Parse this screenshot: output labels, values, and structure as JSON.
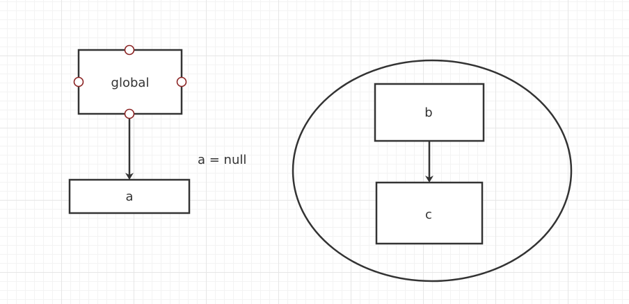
{
  "colors": {
    "stroke": "#333333",
    "handle_stroke": "#8b2323",
    "text": "#333333"
  },
  "nodes": {
    "global": {
      "label": "global"
    },
    "a": {
      "label": "a"
    },
    "b": {
      "label": "b"
    },
    "c": {
      "label": "c"
    }
  },
  "annotation": {
    "text": "a = null"
  }
}
